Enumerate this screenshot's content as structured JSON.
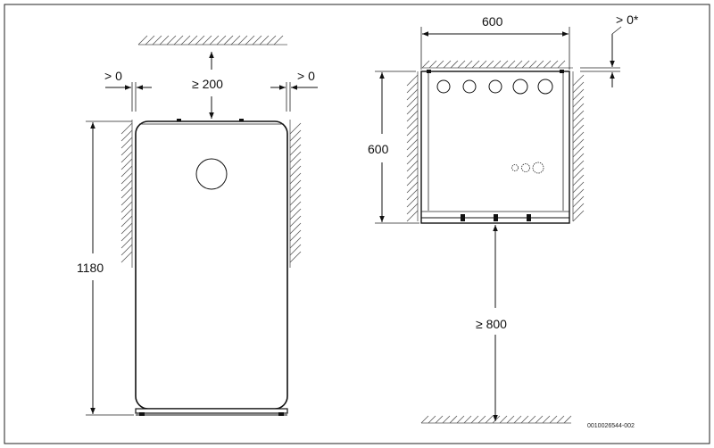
{
  "labels": {
    "left_gap": "> 0",
    "top_gap": "≥ 200",
    "right_gap": "> 0",
    "height": "1180",
    "width": "600",
    "depth": "600",
    "rear_gap": "> 0*",
    "front_gap": "≥ 800",
    "ref_code": "0010026544-002"
  }
}
